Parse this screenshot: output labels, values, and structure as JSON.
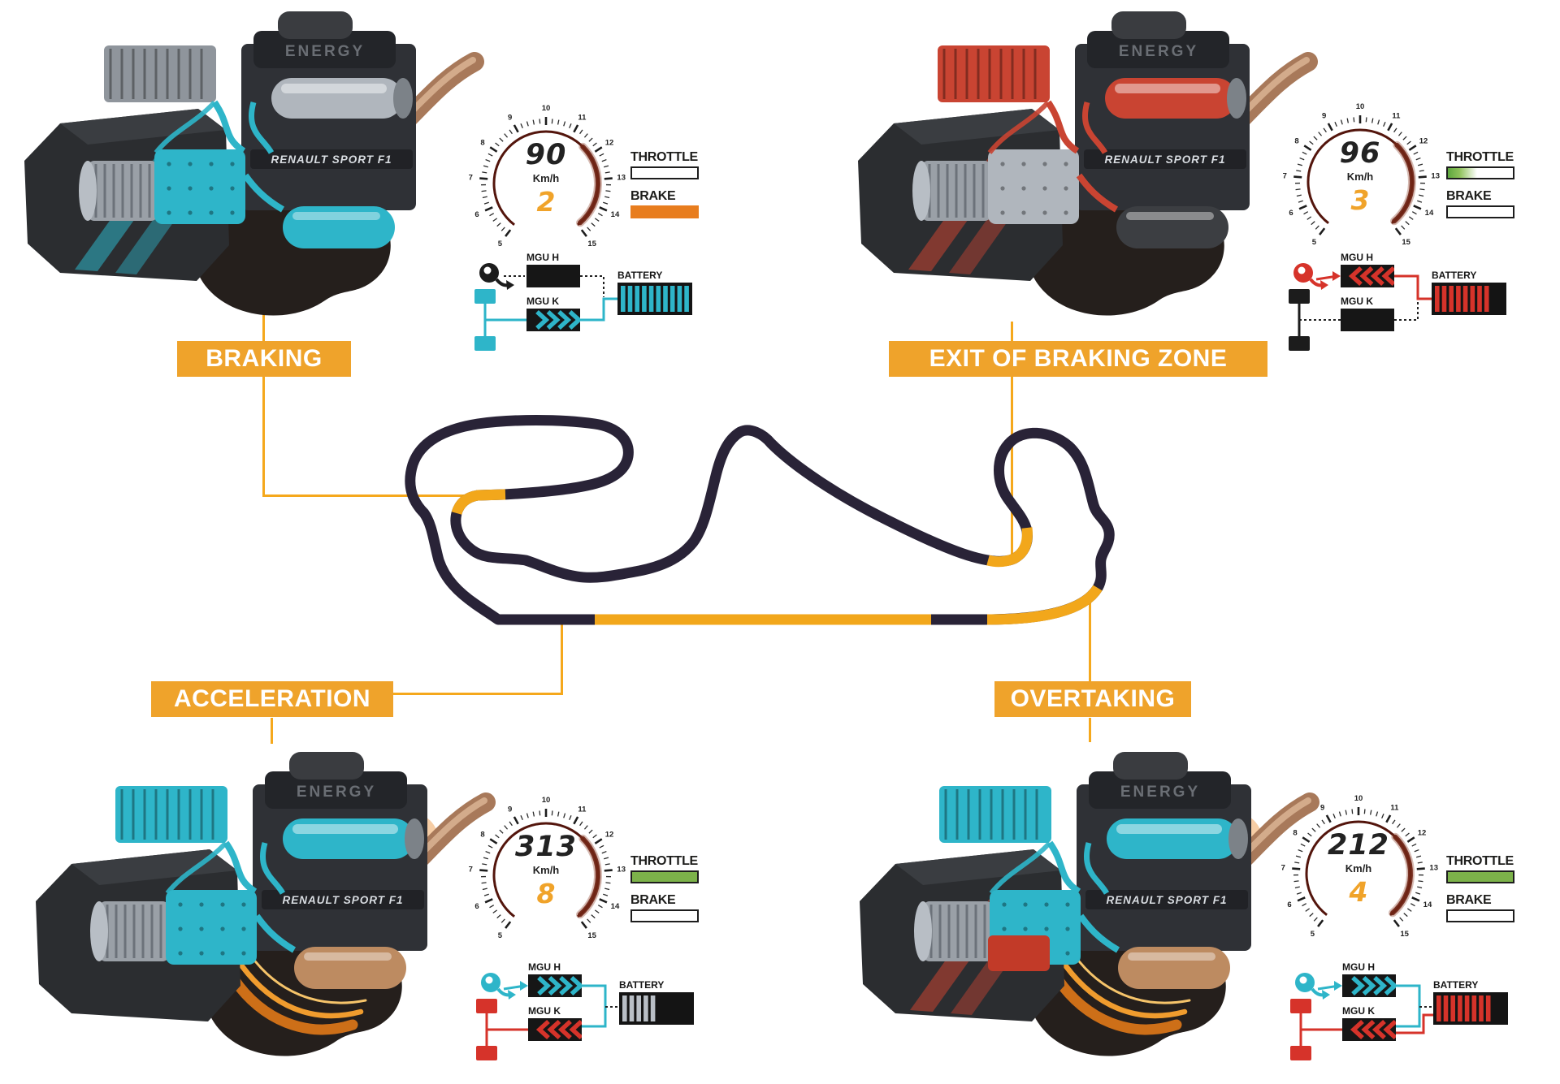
{
  "colors": {
    "accent_yellow": "#efa32b",
    "connector_yellow": "#f5a81c",
    "track_navy": "#292337",
    "cyan": "#2eb5c9",
    "red": "#d6332a",
    "green": "#7cb24a",
    "brake_orange": "#e87d1e",
    "gear_orange": "#f0a32a",
    "silver": "#b9bfc6",
    "copper": "#bd8b61",
    "gauge_arc": "#53150c"
  },
  "gauge": {
    "tick_labels": [
      "5",
      "6",
      "7",
      "8",
      "9",
      "10",
      "11",
      "12",
      "13",
      "14",
      "15"
    ]
  },
  "engine_badges": {
    "top": "ENERGY",
    "side": "RENAULT SPORT F1"
  },
  "stations": [
    {
      "label": "BRAKING",
      "speed": "90",
      "unit": "Km/h",
      "gear": "2",
      "throttle_label": "THROTTLE",
      "brake_label": "BRAKE",
      "throttle": 0,
      "throttle_gradient": false,
      "brake": 1,
      "mgu_h_label": "MGU H",
      "mgu_k_label": "MGU K",
      "battery_label": "BATTERY",
      "diagram": {
        "turbo_color": "#1c1c1c",
        "turbo_line": "dotted",
        "mgu_h": "black",
        "mgu_h_line": "dotted-battery",
        "mgu_k": "cyan-right",
        "mgu_k_line": "solid-battery-cyan",
        "wheels_color": "#2eb5c9",
        "wheels_line": "solid-cyan",
        "battery_fill": 1.0,
        "battery_color": "#2eb5c9",
        "battery_k_line": "none"
      },
      "engine": {
        "top_box": "gray",
        "es_cyl": "silver",
        "low_cyl": "cyan",
        "side_block": "cyan",
        "pipes": "cyan",
        "stripes": "cyan",
        "flames": false,
        "extra_red_box": false
      }
    },
    {
      "label": "EXIT OF BRAKING ZONE",
      "speed": "96",
      "unit": "Km/h",
      "gear": "3",
      "throttle_label": "THROTTLE",
      "brake_label": "BRAKE",
      "throttle": 0.45,
      "throttle_gradient": true,
      "brake": 0,
      "mgu_h_label": "MGU H",
      "mgu_k_label": "MGU K",
      "battery_label": "BATTERY",
      "diagram": {
        "turbo_color": "#d6332a",
        "turbo_line": "solid-red",
        "mgu_h": "red-left",
        "mgu_h_line": "solid-battery-red",
        "mgu_k": "black",
        "mgu_k_line": "dotted-battery",
        "wheels_color": "#1c1c1c",
        "wheels_line": "dotted",
        "battery_fill": 0.8,
        "battery_color": "#d6332a",
        "battery_k_line": "none"
      },
      "engine": {
        "top_box": "red",
        "es_cyl": "red",
        "low_cyl": "dark",
        "side_block": "silver",
        "pipes": "red",
        "stripes": "red",
        "flames": false,
        "extra_red_box": false
      }
    },
    {
      "label": "ACCELERATION",
      "speed": "313",
      "unit": "Km/h",
      "gear": "8",
      "throttle_label": "THROTTLE",
      "brake_label": "BRAKE",
      "throttle": 1,
      "throttle_gradient": false,
      "brake": 0,
      "mgu_h_label": "MGU H",
      "mgu_k_label": "MGU K",
      "battery_label": "BATTERY",
      "diagram": {
        "turbo_color": "#2eb5c9",
        "turbo_line": "solid-cyan",
        "mgu_h": "cyan-right",
        "mgu_h_line": "solid-k-cyan",
        "mgu_k": "red-left",
        "mgu_k_line": "none",
        "wheels_color": "#d6332a",
        "wheels_line": "solid-red",
        "battery_fill": 0.45,
        "battery_color": "#b9bfc6",
        "battery_k_line": "none"
      },
      "engine": {
        "top_box": "cyan",
        "es_cyl": "cyan",
        "low_cyl": "copper",
        "side_block": "cyan",
        "pipes": "cyan",
        "stripes": "none",
        "flames": true,
        "extra_red_box": false
      }
    },
    {
      "label": "OVERTAKING",
      "speed": "212",
      "unit": "Km/h",
      "gear": "4",
      "throttle_label": "THROTTLE",
      "brake_label": "BRAKE",
      "throttle": 1,
      "throttle_gradient": false,
      "brake": 0,
      "mgu_h_label": "MGU H",
      "mgu_k_label": "MGU K",
      "battery_label": "BATTERY",
      "diagram": {
        "turbo_color": "#2eb5c9",
        "turbo_line": "solid-cyan",
        "mgu_h": "cyan-right",
        "mgu_h_line": "solid-k-cyan",
        "mgu_k": "red-left",
        "mgu_k_line": "none",
        "wheels_color": "#d6332a",
        "wheels_line": "solid-red",
        "battery_fill": 0.8,
        "battery_color": "#d6332a",
        "battery_k_line": "solid-red"
      },
      "engine": {
        "top_box": "cyan",
        "es_cyl": "cyan",
        "low_cyl": "copper",
        "side_block": "cyan",
        "pipes": "cyan",
        "stripes": "red",
        "flames": true,
        "extra_red_box": true
      }
    }
  ]
}
